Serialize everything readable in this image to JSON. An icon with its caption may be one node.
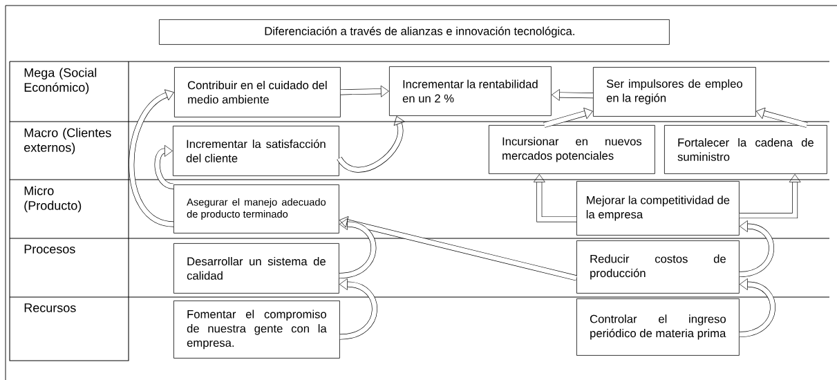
{
  "diagram": {
    "title": "Diferenciación a través de alianzas e innovación tecnológica.",
    "nodes": [
      {
        "text": [
          "Contribuir en el cuidado del medio ambiente"
        ]
      },
      {
        "text": [
          "Incrementar la rentabilidad en un 2 %"
        ]
      },
      {
        "text": [
          "Ser impulsores de empleo en la región"
        ]
      },
      {
        "text": [
          "Incrementar la satisfacción del cliente"
        ]
      },
      {
        "text": [
          "Incursionar en nuevos mercados potenciales"
        ]
      },
      {
        "text": [
          "Fortalecer la cadena de suministro"
        ]
      },
      {
        "text": [
          "Asegurar el manejo adecuado de producto terminado"
        ]
      },
      {
        "text": [
          "Mejorar la competitividad de la empresa"
        ]
      },
      {
        "text": [
          "Desarrollar un sistema de calidad"
        ]
      },
      {
        "text": [
          "Reducir costos de producción"
        ]
      },
      {
        "text": [
          "Fomentar el compromiso de nuestra gente con la empresa."
        ]
      },
      {
        "text": [
          "Controlar el ingreso periódico de materia prima"
        ]
      }
    ],
    "edges": [
      {
        "from": 0,
        "to": 1,
        "arrow": "to"
      },
      {
        "from": 2,
        "to": 1,
        "arrow": "to"
      },
      {
        "from": 3,
        "to": 1,
        "arrow": "to"
      },
      {
        "from": 4,
        "to": 2,
        "arrow": "to"
      },
      {
        "from": 5,
        "to": 2,
        "arrow": "to"
      },
      {
        "from": 6,
        "to": 0,
        "arrow": "to"
      },
      {
        "from": 6,
        "to": 3,
        "arrow": "to"
      },
      {
        "from": 7,
        "to": 4,
        "arrow": "to"
      },
      {
        "from": 7,
        "to": 5,
        "arrow": "to"
      },
      {
        "from": 9,
        "to": 6,
        "arrow": "to"
      },
      {
        "from": 8,
        "to": 6,
        "arrow": "to"
      },
      {
        "from": 9,
        "to": 7,
        "arrow": "to"
      },
      {
        "from": 10,
        "to": 8,
        "arrow": "to"
      },
      {
        "from": 11,
        "to": 9,
        "arrow": "to"
      }
    ],
    "labels": [
      "Mega (Social Económico)",
      "Macro (Clientes externos)",
      "Micro (Producto)",
      "Procesos",
      "Recursos"
    ]
  }
}
